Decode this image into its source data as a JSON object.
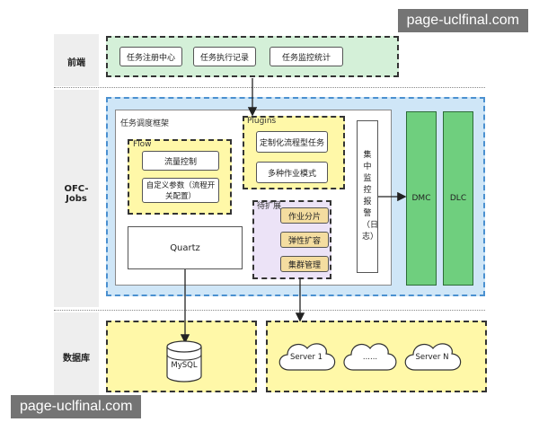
{
  "lanes": {
    "frontend": "前端",
    "ofc_jobs": "OFC-Jobs",
    "database": "数据库"
  },
  "frontend_items": [
    "任务注册中心",
    "任务执行记录",
    "任务监控统计"
  ],
  "framework": {
    "title": "任务调度框架",
    "flow": {
      "title": "Flow",
      "items": [
        "流量控制",
        "自定义参数（流程开关配置）"
      ]
    },
    "plugins": {
      "title": "Plugins",
      "items": [
        "定制化流程型任务",
        "多种作业模式"
      ]
    },
    "pending": {
      "title": "待扩展",
      "items": [
        "作业分片",
        "弹性扩容",
        "集群管理"
      ]
    },
    "quartz": "Quartz",
    "monitor": "集中监控报警（日志）"
  },
  "dmc": "DMC",
  "dlc": "DLC",
  "database": {
    "mysql": "MySQL",
    "servers": [
      "Server 1",
      "......",
      "Server N"
    ]
  },
  "watermarks": {
    "top": "page-uclfinal.com",
    "bottom": "page-uclfinal.com"
  }
}
